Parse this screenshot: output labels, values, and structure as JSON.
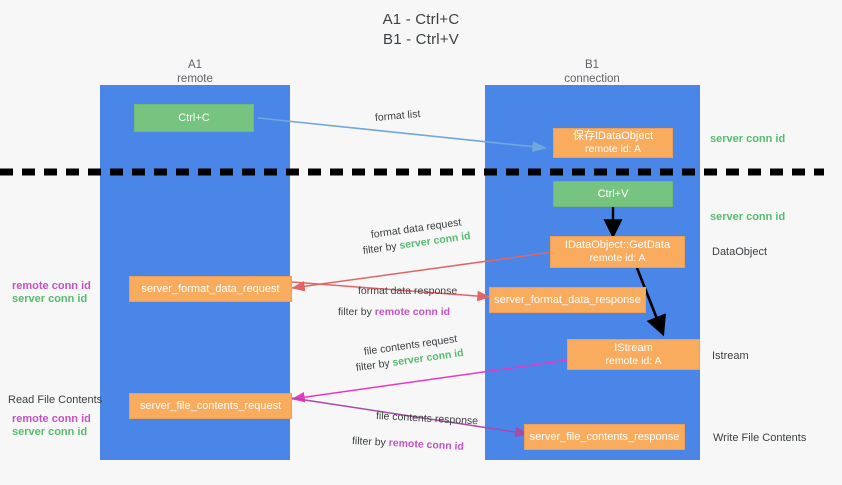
{
  "title": {
    "line1": "A1 - Ctrl+C",
    "line2": "B1 - Ctrl+V"
  },
  "columns": [
    {
      "name": "A1",
      "sub": "remote"
    },
    {
      "name": "B1",
      "sub": "connection"
    }
  ],
  "colors": {
    "lane": "#4a86e8",
    "orange": "#f9ab5e",
    "green": "#77c380",
    "green_text": "#57bb6f",
    "purple_text": "#c353c3",
    "arrow_blue": "#6fa8dc",
    "arrow_red": "#e06666",
    "arrow_magenta": "#e838c4",
    "arrow_purple": "#a64ca6",
    "arrow_black": "#000000",
    "divider": "#000000",
    "background": "#f7f7f7"
  },
  "boxes": {
    "ctrl_c": {
      "line1": "Ctrl+C"
    },
    "ctrl_v": {
      "line1": "Ctrl+V"
    },
    "save_idataobject": {
      "line1": "保存IDataObject",
      "line2": "remote id: A"
    },
    "getdata": {
      "line1": "IDataObject::GetData",
      "line2": "remote id: A"
    },
    "istream": {
      "line1": "IStream",
      "line2": "remote id: A"
    },
    "server_format_data_request": {
      "line1": "server_format_data_request"
    },
    "server_format_data_response": {
      "line1": "server_format_data_response"
    },
    "server_file_contents_request": {
      "line1": "server_file_contents_request"
    },
    "server_file_contents_response": {
      "line1": "server_file_contents_response"
    }
  },
  "edge_labels": {
    "format_list": "format list",
    "format_data_request": "format data request",
    "format_data_request_filter_prefix": "filter by ",
    "format_data_request_filter_key": "server conn id",
    "format_data_response": "format data response",
    "format_data_response_filter_prefix": "filter by ",
    "format_data_response_filter_key": "remote conn id",
    "file_contents_request": "file contents request",
    "file_contents_request_filter_prefix": "filter by ",
    "file_contents_request_filter_key": "server conn id",
    "file_contents_response": "file contents response",
    "file_contents_response_filter_prefix": "filter by ",
    "file_contents_response_filter_key": "remote conn id"
  },
  "right_labels": {
    "server_conn_id_top": "server conn id",
    "server_conn_id_mid": "server conn id",
    "dataobject": "DataObject",
    "istream": "Istream",
    "write_file_contents": "Write File Contents"
  },
  "left_labels": {
    "remote_conn_id_1": "remote conn id",
    "server_conn_id_1": "server conn id",
    "read_file_contents": "Read File Contents",
    "remote_conn_id_2": "remote conn id",
    "server_conn_id_2": "server conn id"
  }
}
